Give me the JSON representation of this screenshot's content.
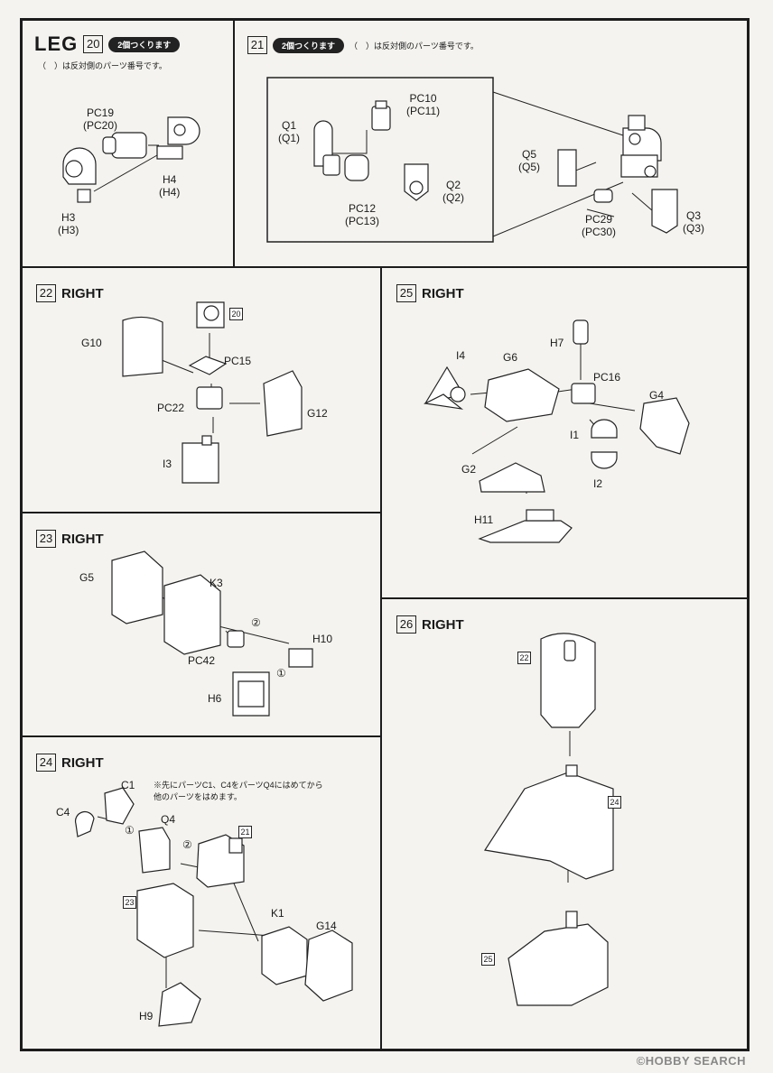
{
  "step20": {
    "prefix": "LEG",
    "num": "20",
    "pill": "2個つくります",
    "note": "（　）は反対側のパーツ番号です。",
    "labels": {
      "pc19": "PC19",
      "pc20": "(PC20)",
      "h4": "H4",
      "h4b": "(H4)",
      "h3": "H3",
      "h3b": "(H3)"
    }
  },
  "step21": {
    "num": "21",
    "pill": "2個つくります",
    "note": "（　）は反対側のパーツ番号です。",
    "labels": {
      "pc10": "PC10",
      "pc11": "(PC11)",
      "q1": "Q1",
      "q1b": "(Q1)",
      "q2": "Q2",
      "q2b": "(Q2)",
      "pc12": "PC12",
      "pc13": "(PC13)",
      "q5": "Q5",
      "q5b": "(Q5)",
      "pc29": "PC29",
      "pc30": "(PC30)",
      "q3": "Q3",
      "q3b": "(Q3)"
    }
  },
  "step22": {
    "num": "22",
    "title": "RIGHT",
    "ref": "20",
    "labels": {
      "g10": "G10",
      "pc15": "PC15",
      "pc22": "PC22",
      "g12": "G12",
      "i3": "I3"
    }
  },
  "step23": {
    "num": "23",
    "title": "RIGHT",
    "labels": {
      "g5": "G5",
      "k3": "K3",
      "c2": "②",
      "h10": "H10",
      "pc42": "PC42",
      "c1": "①",
      "h6": "H6"
    }
  },
  "step24": {
    "num": "24",
    "title": "RIGHT",
    "note1": "※先にパーツC1、C4をパーツQ4にはめてから",
    "note2": "他のパーツをはめます。",
    "ref21": "21",
    "ref23": "23",
    "labels": {
      "c1": "C1",
      "c4": "C4",
      "q4": "Q4",
      "n1": "①",
      "n2": "②",
      "k1": "K1",
      "g14": "G14",
      "h9": "H9"
    }
  },
  "step25": {
    "num": "25",
    "title": "RIGHT",
    "labels": {
      "h7": "H7",
      "i4": "I4",
      "g6": "G6",
      "pc16": "PC16",
      "g4": "G4",
      "i1": "I1",
      "i2": "I2",
      "g2": "G2",
      "h11": "H11"
    }
  },
  "step26": {
    "num": "26",
    "title": "RIGHT",
    "ref22": "22",
    "ref24": "24",
    "ref25": "25"
  },
  "watermark": "©HOBBY SEARCH"
}
